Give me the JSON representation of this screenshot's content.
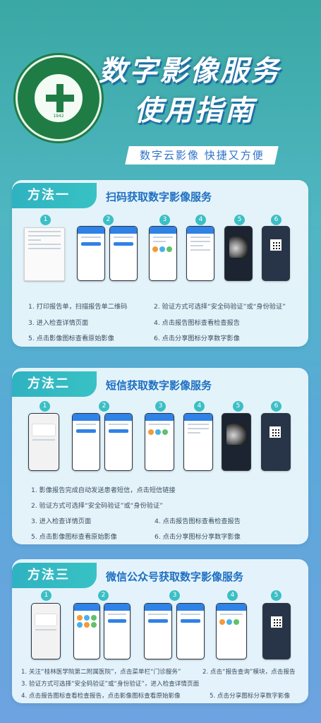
{
  "header": {
    "title_line1": "数字影像服务",
    "title_line2": "使用指南",
    "slogan": "数字云影像  快捷又方便",
    "logo_year": "1942"
  },
  "methods": [
    {
      "tab": "方法一",
      "title": "扫码获取数字影像服务",
      "steps": [
        "1",
        "2",
        "3",
        "4",
        "5",
        "6"
      ],
      "instructions": [
        "1. 打印报告单，扫描报告单二维码",
        "2. 验证方式可选择“安全码验证”或“身份验证”",
        "3. 进入检查详情页面",
        "4. 点击报告图标查看检查报告",
        "5. 点击影像图标查看原始影像",
        "6. 点击分享图标分享数字影像"
      ]
    },
    {
      "tab": "方法二",
      "title": "短信获取数字影像服务",
      "steps": [
        "1",
        "2",
        "3",
        "4",
        "5",
        "6"
      ],
      "instructions": [
        "1. 影像报告完成自动发送患者短信，点击短信链接",
        "2. 验证方式可选择“安全码验证”或“身份验证”",
        "3. 进入检查详情页面",
        "4. 点击报告图标查看检查报告",
        "5. 点击影像图标查看原始影像",
        "6. 点击分享图标分享数字影像"
      ]
    },
    {
      "tab": "方法三",
      "title": "微信公众号获取数字影像服务",
      "steps": [
        "1",
        "2",
        "3",
        "4",
        "5"
      ],
      "instructions": [
        "1. 关注“桂林医学院第二附属医院”，点击菜单栏“门诊服务”",
        "2. 点击“报告查询”模块，点击报告",
        "3. 验证方式可选择“安全码验证”或“身份验证”，进入检查详情页面",
        "4. 点击报告图标查看检查报告，点击影像图标查看原始影像",
        "5. 点击分享图标分享数字影像"
      ]
    }
  ],
  "colors": {
    "accent": "#3bbfc5",
    "title_blue": "#1e6fc2",
    "logo_green": "#1f7c45"
  }
}
